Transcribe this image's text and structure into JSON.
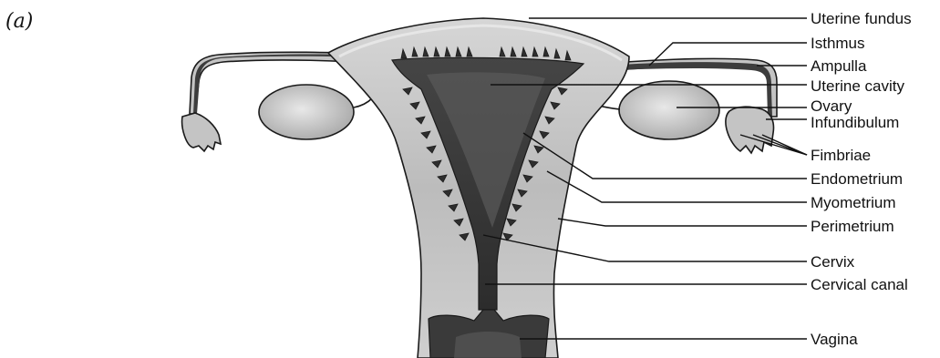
{
  "panel_letter": "(a)",
  "labels": [
    "Uterine fundus",
    "Isthmus",
    "Ampulla",
    "Uterine cavity",
    "Ovary",
    "Infundibulum",
    "Fimbriae",
    "Endometrium",
    "Myometrium",
    "Perimetrium",
    "Cervix",
    "Cervical canal",
    "Vagina"
  ],
  "colors": {
    "myometrium_fill": "#bdbdbd",
    "light_fill": "#d7d7d7",
    "dark_lining": "#3b3b3b",
    "outline": "#1a1a1a"
  }
}
